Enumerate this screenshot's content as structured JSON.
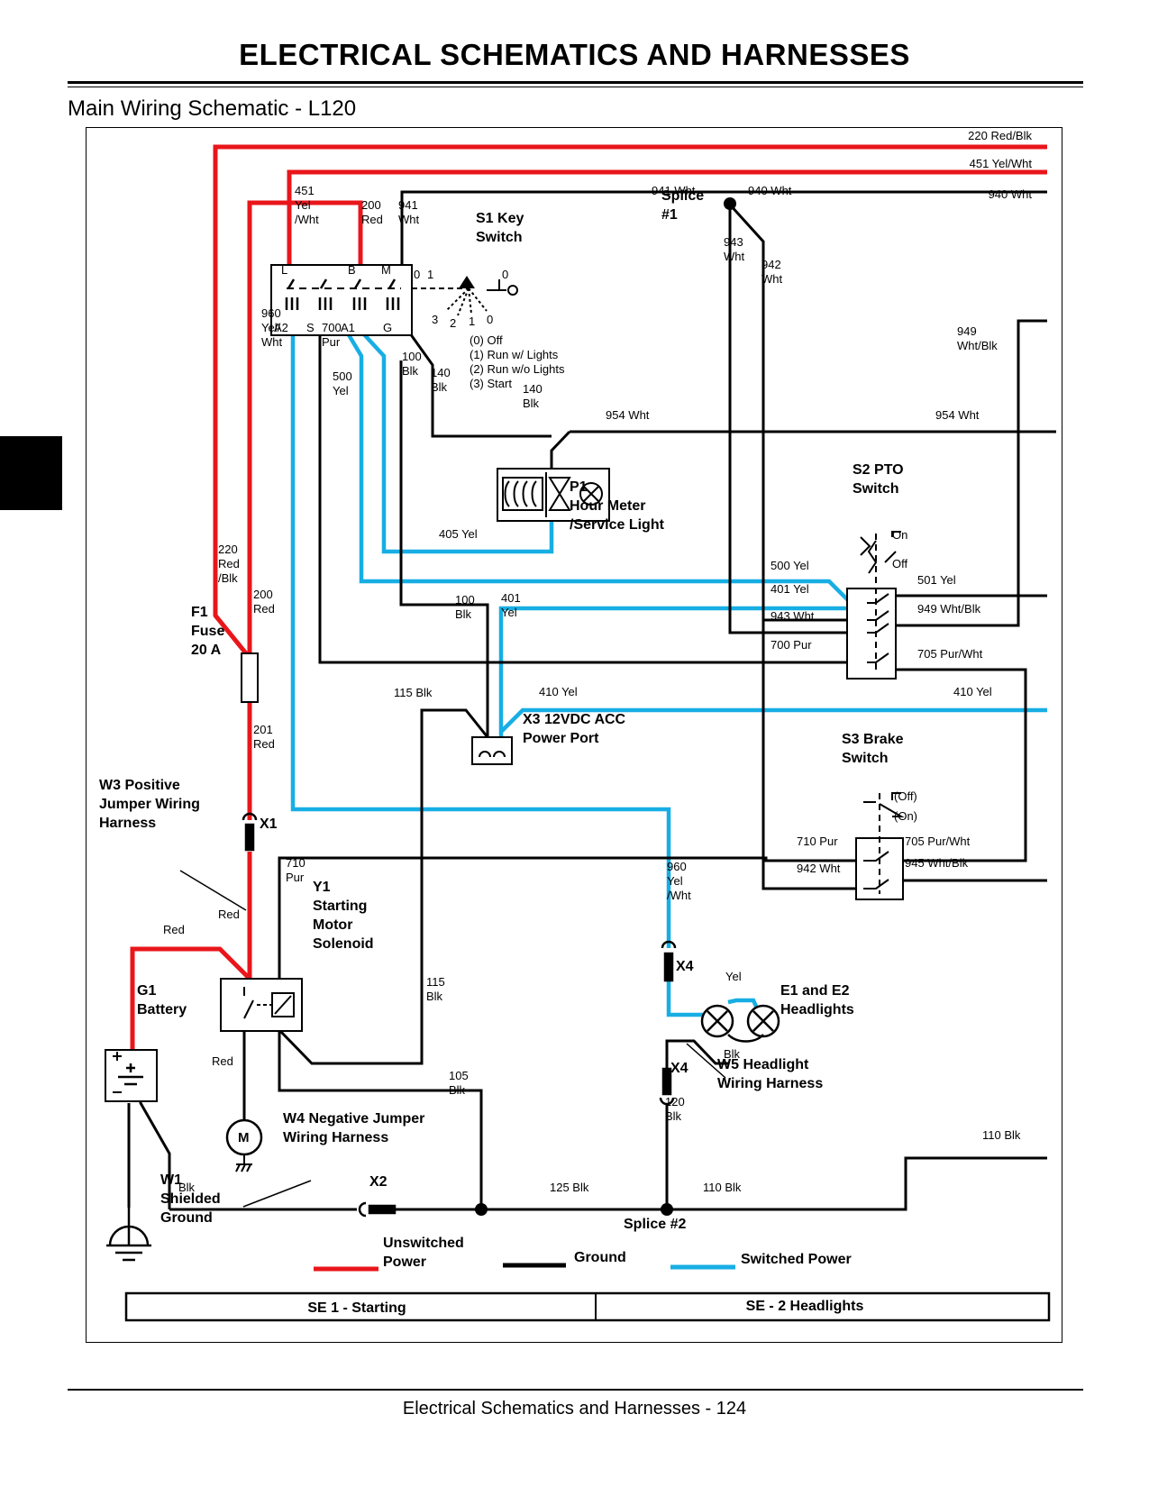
{
  "header": {
    "title": "ELECTRICAL   SCHEMATICS AND HARNESSES"
  },
  "subtitle": "Main Wiring Schematic - L120",
  "footer": "Electrical   Schematics and Harnesses  - 124",
  "colors": {
    "unswitched": "#e8161b",
    "ground": "#000000",
    "switched": "#17aee4"
  },
  "wires": {
    "w220_top": "220 Red/Blk",
    "w451_top": "451 Yel/Wht",
    "w941": "941 Wht",
    "w940": "940 Wht",
    "w940_right": "940 Wht",
    "w451": "451 Yel /Wht",
    "w200": "200 Red",
    "w941_key": "941 Wht",
    "w943": "943 Wht",
    "w942": "942 Wht",
    "w949": "949 Wht/Blk",
    "w960": "960 Yel/ Wht",
    "w700": "700 Pur",
    "w500": "500 Yel",
    "w100": "100 Blk",
    "w140a": "140 Blk",
    "w140b": "140 Blk",
    "w954": "954 Wht",
    "w954_right": "954 Wht",
    "w405": "405 Yel",
    "w500_pto": "500 Yel",
    "w401_pto": "401 Yel",
    "w943_pto": "943 Wht",
    "w700_pto": "700 Pur",
    "w501": "501 Yel",
    "w949_pto": "949 Wht/Blk",
    "w705_pto": "705 Pur/Wht",
    "w220": "220 Red /Blk",
    "w200b": "200 Red",
    "w100b": "100 Blk",
    "w401": "401 Yel",
    "w115_top": "115 Blk",
    "w410": "410 Yel",
    "w410_right": "410 Yel",
    "w201": "201 Red",
    "w710_brake": "710 Pur",
    "w705_brake": "705 Pur/Wht",
    "w942_brake": "942 Wht",
    "w945": "945 Wht/Blk",
    "w710": "710 Pur",
    "w960b": "960 Yel /Wht",
    "red1": "Red",
    "red2": "Red",
    "red3": "Red",
    "w115": "115 Blk",
    "yel": "Yel",
    "blk_hl": "Blk",
    "w105": "105 Blk",
    "w120": "120 Blk",
    "w110_right": "110 Blk",
    "blk_bat": "Blk",
    "w125": "125 Blk",
    "w110": "110 Blk"
  },
  "components": {
    "key_switch": "S1 Key Switch",
    "key_terms": [
      "L",
      "B",
      "M",
      "A2",
      "S",
      "A1",
      "G"
    ],
    "key_positions_top": [
      "0",
      "1",
      "0"
    ],
    "key_positions_bottom": [
      "3",
      "2",
      "1",
      "0"
    ],
    "key_legend": [
      "(0) Off",
      "(1) Run w/ Lights",
      "(2) Run w/o Lights",
      "(3) Start"
    ],
    "splice1": "Splice #1",
    "hour_meter": "P1 Hour Meter /Service Light",
    "pto_switch": "S2 PTO Switch",
    "pto_on": "On",
    "pto_off": "Off",
    "fuse": "F1 Fuse 20 A",
    "power_port": "X3 12VDC ACC Power Port",
    "brake_switch": "S3 Brake Switch",
    "brake_off": "(Off)",
    "brake_on": "(On)",
    "x1": "X1",
    "w3": "W3 Positive Jumper Wiring Harness",
    "solenoid": "Y1 Starting Motor Solenoid",
    "battery": "G1 Battery",
    "motor": "M",
    "x4a": "X4",
    "x4b": "X4",
    "headlights": "E1 and E2 Headlights",
    "w5": "W5 Headlight Wiring Harness",
    "w4": "W4 Negative Jumper Wiring Harness",
    "x2": "X2",
    "w1": "W1 Shielded Ground",
    "splice2": "Splice #2"
  },
  "legend": {
    "unswitched": "Unswitched Power",
    "ground": "Ground",
    "switched": "Switched Power"
  },
  "tables": [
    "SE 1 - Starting",
    "SE - 2 Headlights"
  ]
}
